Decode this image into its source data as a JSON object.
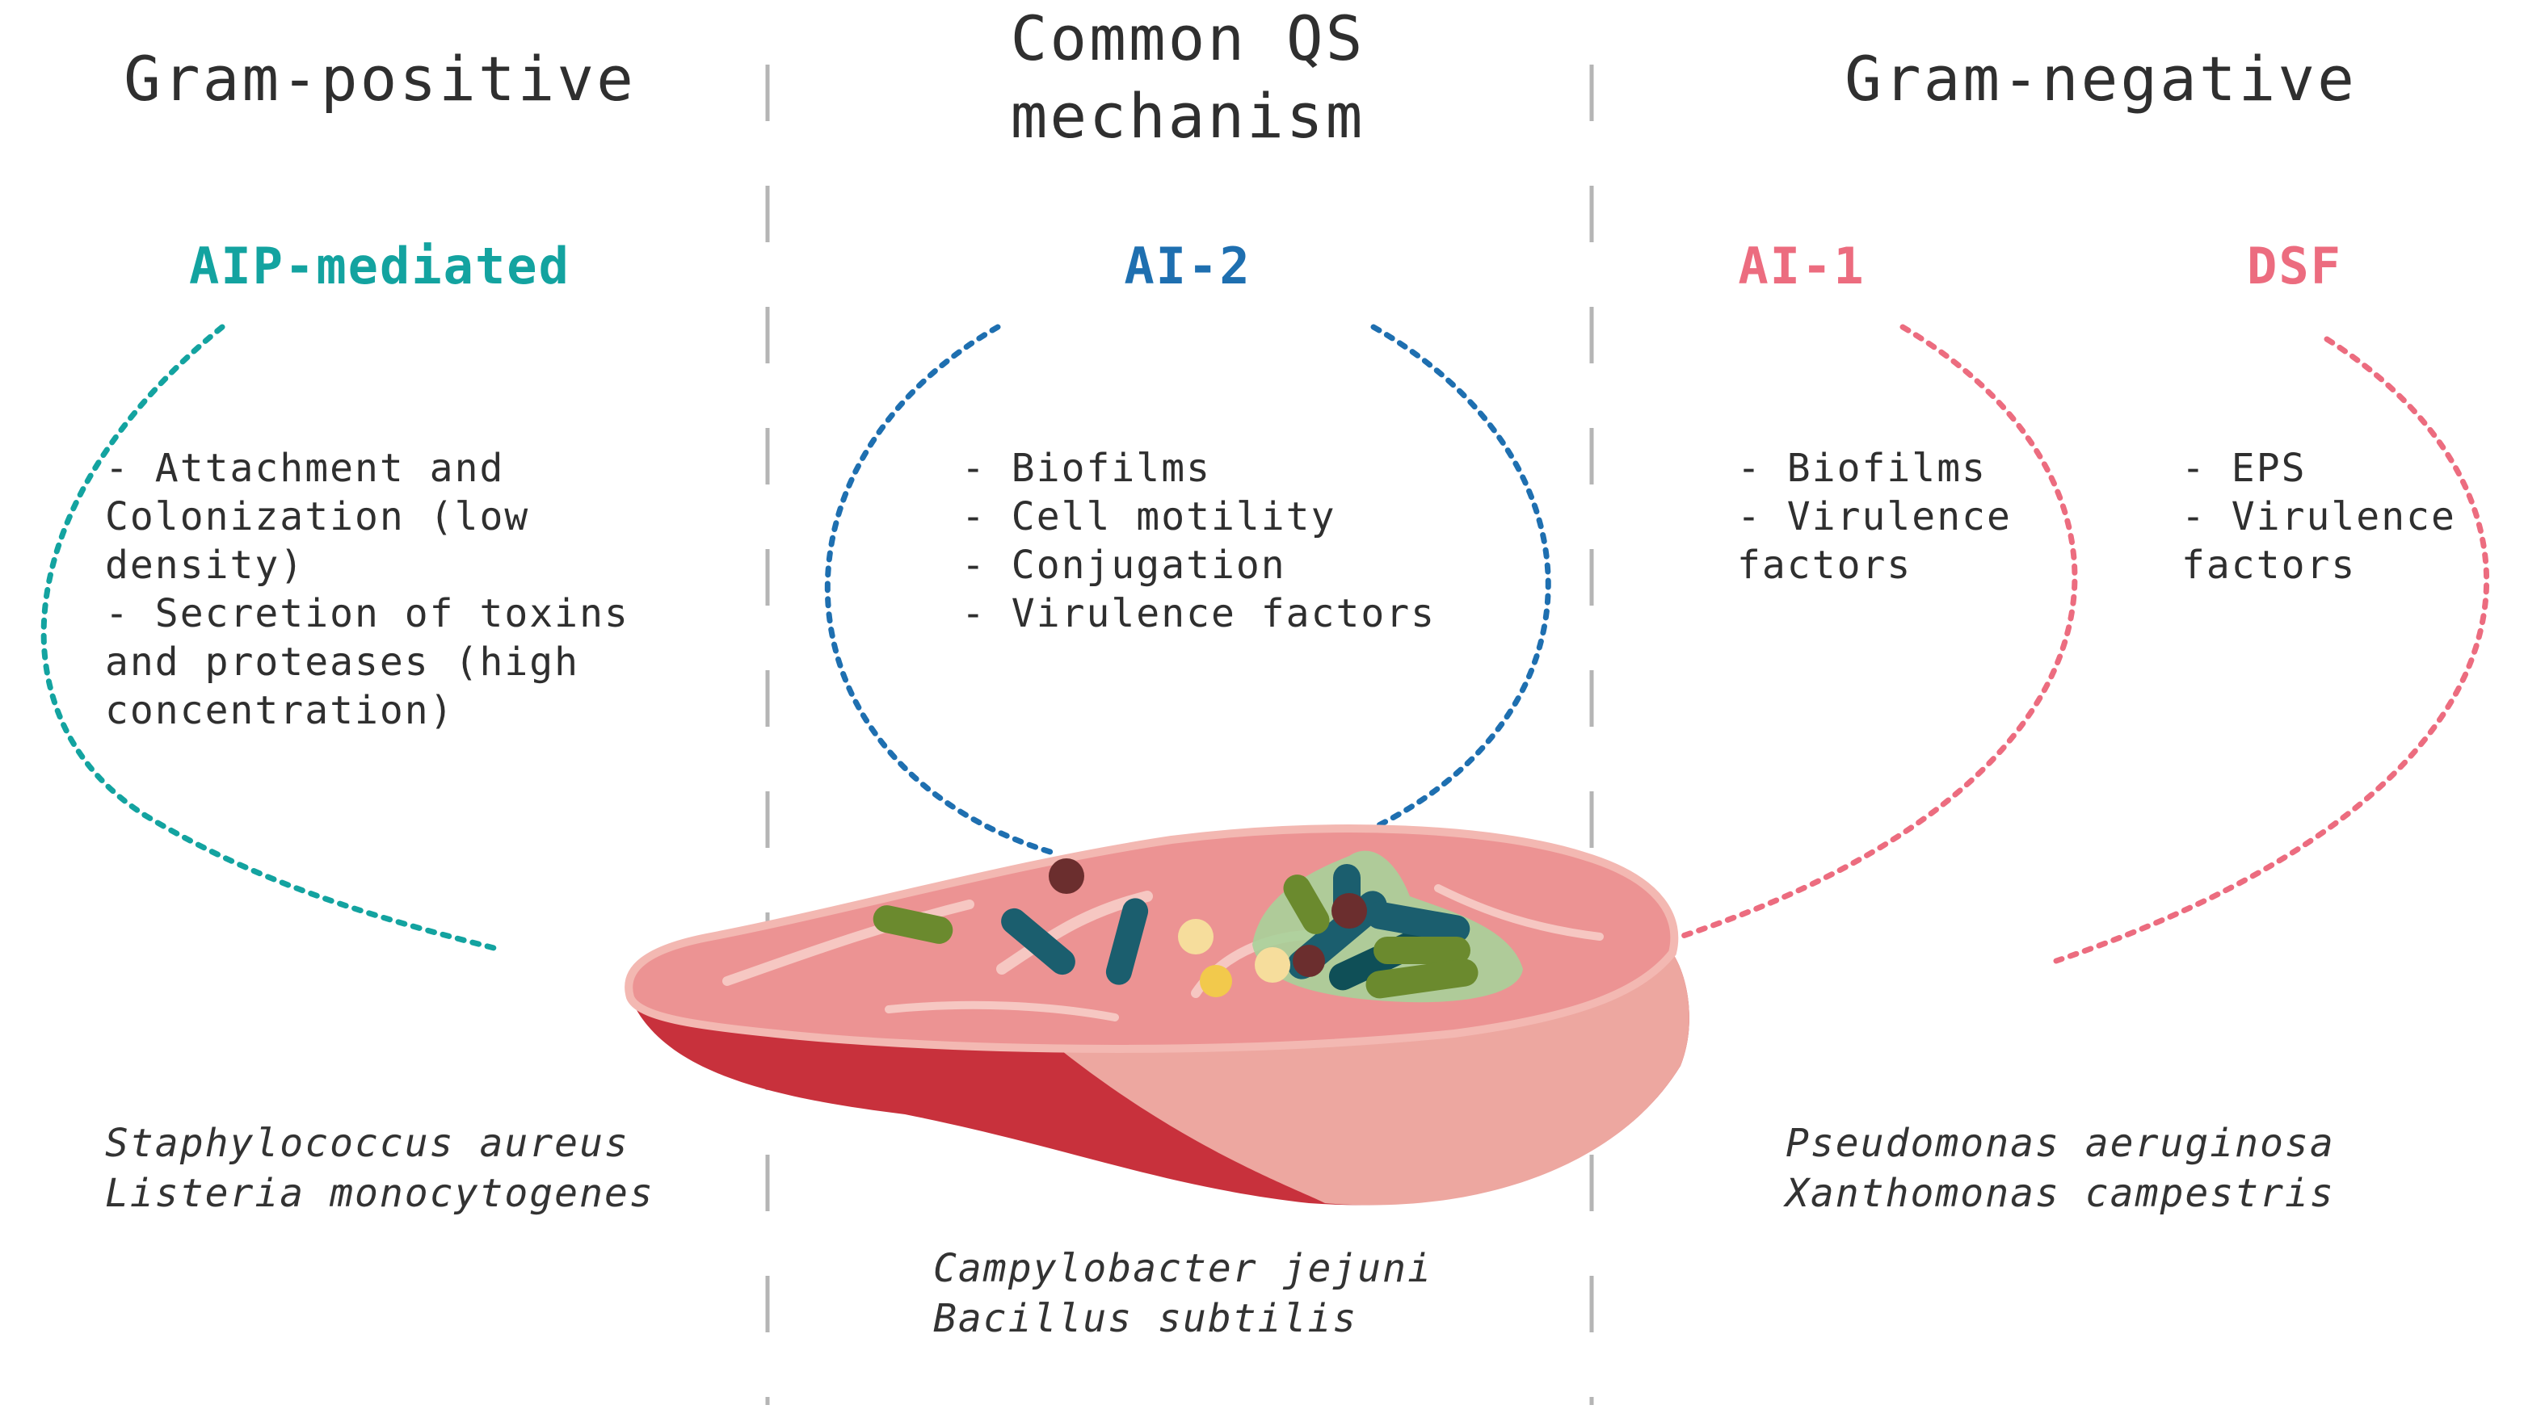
{
  "columns": {
    "gram_positive": {
      "heading": "Gram-positive",
      "mechanism": "AIP-mediated",
      "effects": [
        "- Attachment and",
        "Colonization (low",
        "density)",
        "- Secretion of toxins",
        "and proteases (high",
        "concentration)"
      ],
      "species": [
        "Staphylococcus aureus",
        "Listeria monocytogenes"
      ]
    },
    "common": {
      "heading_lines": [
        "Common QS",
        "mechanism"
      ],
      "mechanism": "AI-2",
      "effects": [
        "- Biofilms",
        "- Cell motility",
        "- Conjugation",
        "- Virulence factors"
      ],
      "species": [
        "Campylobacter jejuni",
        "Bacillus subtilis"
      ]
    },
    "gram_negative": {
      "heading": "Gram-negative",
      "ai1": {
        "mechanism": "AI-1",
        "effects": [
          "- Biofilms",
          "- Virulence",
          "factors"
        ]
      },
      "dsf": {
        "mechanism": "DSF",
        "effects": [
          "- EPS",
          "- Virulence",
          "factors"
        ]
      },
      "species": [
        "Pseudomonas aeruginosa",
        "Xanthomonas campestris"
      ]
    }
  },
  "colors": {
    "aip": "#13a3a0",
    "ai2": "#1e6fb0",
    "ai1": "#ec6c7f",
    "dsf": "#ec6c7f",
    "divider": "#b5b5b5",
    "meat_top": "#ec9393",
    "meat_side": "#c8313c",
    "fat_edge": "#f3b8b2"
  },
  "icons": {
    "meat": "meat-steak-icon",
    "bacteria": "bacteria-cluster-icon"
  }
}
